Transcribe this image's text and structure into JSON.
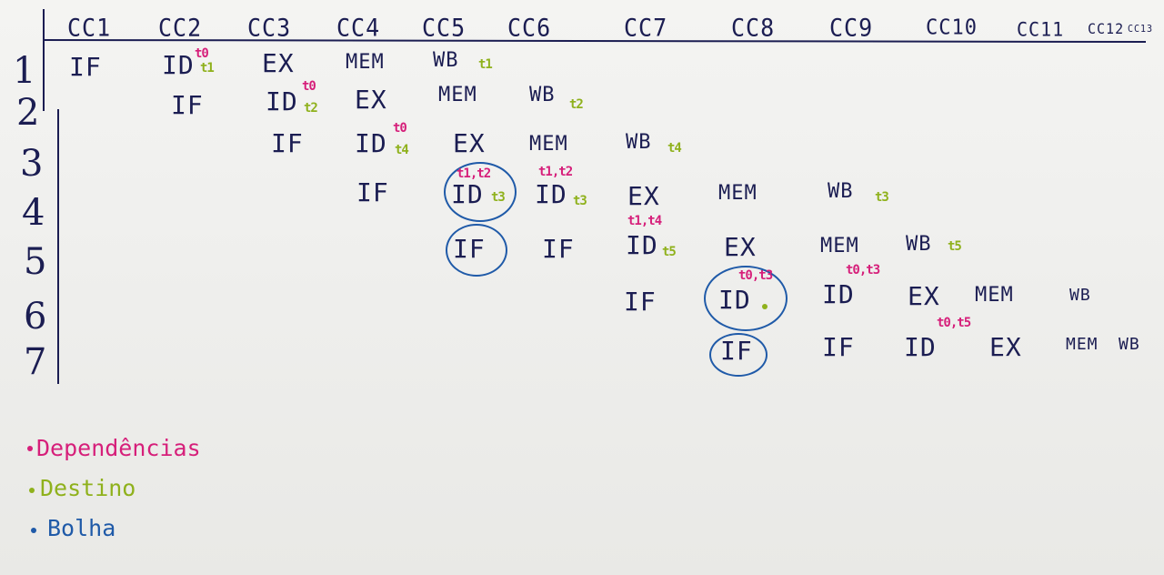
{
  "header": [
    "CC1",
    "CC2",
    "CC3",
    "CC4",
    "CC5",
    "CC6",
    "CC7",
    "CC8",
    "CC9",
    "CC10",
    "CC11",
    "CC12",
    "CC13"
  ],
  "rows": [
    "1",
    "2",
    "3",
    "4",
    "5",
    "6",
    "7"
  ],
  "stages": {
    "r1": [
      "IF",
      "ID",
      "EX",
      "MEM",
      "WB"
    ],
    "r2": [
      "IF",
      "ID",
      "EX",
      "MEM",
      "WB"
    ],
    "r3": [
      "IF",
      "ID",
      "EX",
      "MEM",
      "WB"
    ],
    "r4": [
      "IF",
      "ID",
      "ID",
      "EX",
      "MEM",
      "WB"
    ],
    "r5": [
      "IF",
      "IF",
      "ID",
      "EX",
      "MEM",
      "WB"
    ],
    "r6": [
      "IF",
      "ID",
      "ID",
      "EX",
      "MEM",
      "WB"
    ],
    "r7": [
      "IF",
      "IF",
      "ID",
      "EX",
      "MEM",
      "WB"
    ]
  },
  "annotations": {
    "dep_t0": "t0",
    "dep_t1t2": "t1,t2",
    "dep_t1t4": "t1,t4",
    "dep_t0t3": "t0,t3",
    "dep_t0t5": "t0,t5",
    "dst_t1": "t1",
    "dst_t2": "t2",
    "dst_t4": "t4",
    "dst_t3": "t3",
    "dst_t5": "t5"
  },
  "legend": {
    "dependencies": "Dependências",
    "destination": "Destino",
    "bubble": "Bolha"
  },
  "colors": {
    "ink": "#1b1d52",
    "dependencies": "#d61f7a",
    "destination": "#8fb11c",
    "bubble": "#1f5aa8"
  }
}
